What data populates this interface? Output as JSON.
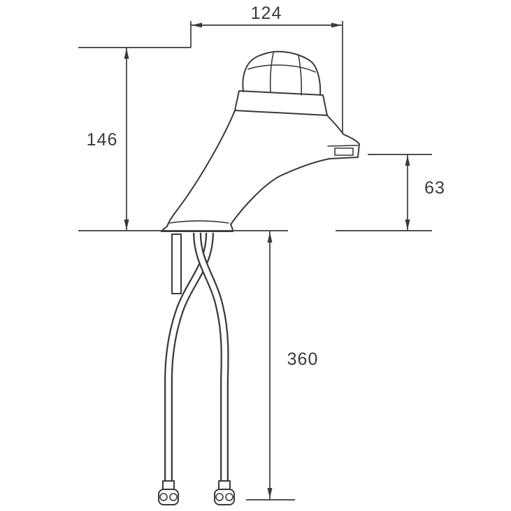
{
  "drawing": {
    "subject": "tap-technical-dimension-drawing",
    "line_color": "#3a3a3a",
    "background_color": "#ffffff",
    "dimensions": {
      "projection_width": "124",
      "body_height": "146",
      "spout_height": "63",
      "hose_length": "360"
    }
  }
}
